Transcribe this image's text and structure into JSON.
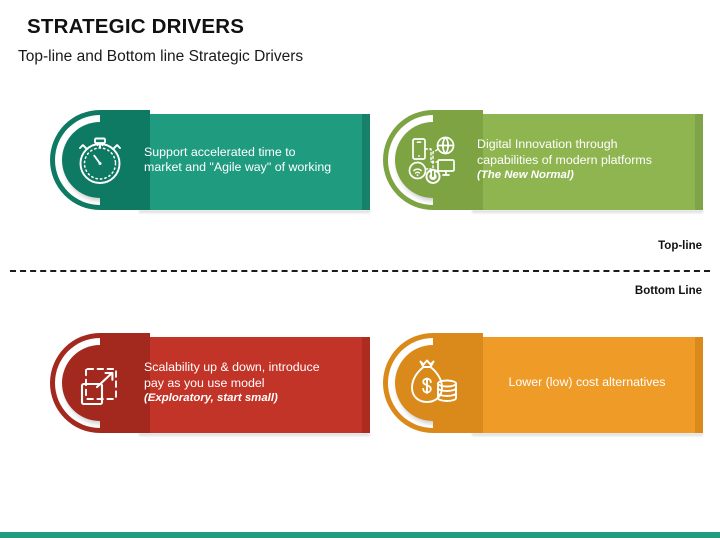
{
  "header": {
    "title": "STRATEGIC DRIVERS",
    "subtitle": "Top-line and Bottom line Strategic Drivers"
  },
  "divider": {
    "top_label": "Top-line",
    "bottom_label": "Bottom Line"
  },
  "colors": {
    "teal": "#1F9C80",
    "teal_dark": "#0E7A63",
    "teal_edge": "#17806A",
    "green": "#8FB550",
    "green_dark": "#7DA342",
    "green_edge": "#7FA348",
    "red": "#C33428",
    "red_dark": "#A3291F",
    "red_edge": "#AC2C22",
    "orange": "#EF9B28",
    "orange_dark": "#D98A1B",
    "orange_edge": "#D98A1B",
    "footer": "#1F9C80",
    "text_on_card": "#FFFFFF",
    "heading": "#111111"
  },
  "cards": [
    {
      "id": "accelerated-time-to-market",
      "icon": "stopwatch-icon",
      "position": "top-left",
      "color_key": "teal",
      "lines": [
        "Support accelerated time to",
        "market and \"Agile way\" of working"
      ],
      "note": "",
      "align": "left"
    },
    {
      "id": "digital-innovation",
      "icon": "digital-platforms-icon",
      "position": "top-right",
      "color_key": "green",
      "lines": [
        "Digital Innovation through",
        "capabilities of modern platforms"
      ],
      "note": "(The New Normal)",
      "align": "left"
    },
    {
      "id": "scalability-pay-as-you-use",
      "icon": "scalability-expand-icon",
      "position": "bottom-left",
      "color_key": "red",
      "lines": [
        "Scalability up & down, introduce",
        "pay as you use model"
      ],
      "note": "(Exploratory, start small)",
      "align": "left"
    },
    {
      "id": "lower-cost-alternatives",
      "icon": "money-bag-icon",
      "position": "bottom-right",
      "color_key": "orange",
      "lines": [
        "Lower (low) cost alternatives"
      ],
      "note": "",
      "align": "center"
    }
  ]
}
